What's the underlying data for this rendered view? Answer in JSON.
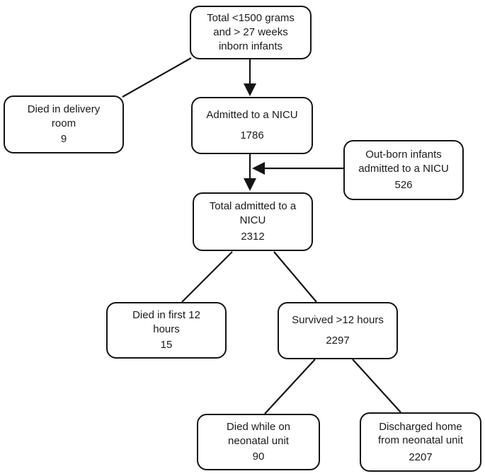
{
  "diagram": {
    "type": "flowchart",
    "colors": {
      "box_border": "#141414",
      "box_fill": "#ffffff",
      "line": "#141414",
      "text": "#1a1a1a",
      "background": "#ffffff"
    },
    "nodes": [
      {
        "id": "inborn-total",
        "lines": [
          "Total <1500 grams",
          "and > 27 weeks",
          "inborn infants"
        ],
        "value": null
      },
      {
        "id": "died-delivery-room",
        "lines": [
          "Died in delivery",
          "room"
        ],
        "value": "9"
      },
      {
        "id": "admitted-nicu",
        "lines": [
          "Admitted to a NICU"
        ],
        "value": "1786"
      },
      {
        "id": "outborn-admitted",
        "lines": [
          "Out-born infants",
          "admitted to a NICU"
        ],
        "value": "526"
      },
      {
        "id": "total-admitted",
        "lines": [
          "Total admitted to a",
          "NICU"
        ],
        "value": "2312"
      },
      {
        "id": "died-first-12-hours",
        "lines": [
          "Died in first 12",
          "hours"
        ],
        "value": "15"
      },
      {
        "id": "survived-12-hours",
        "lines": [
          "Survived >12 hours"
        ],
        "value": "2297"
      },
      {
        "id": "died-neonatal-unit",
        "lines": [
          "Died while on",
          "neonatal unit"
        ],
        "value": "90"
      },
      {
        "id": "discharged-home",
        "lines": [
          "Discharged home",
          "from neonatal unit"
        ],
        "value": "2207"
      }
    ]
  }
}
